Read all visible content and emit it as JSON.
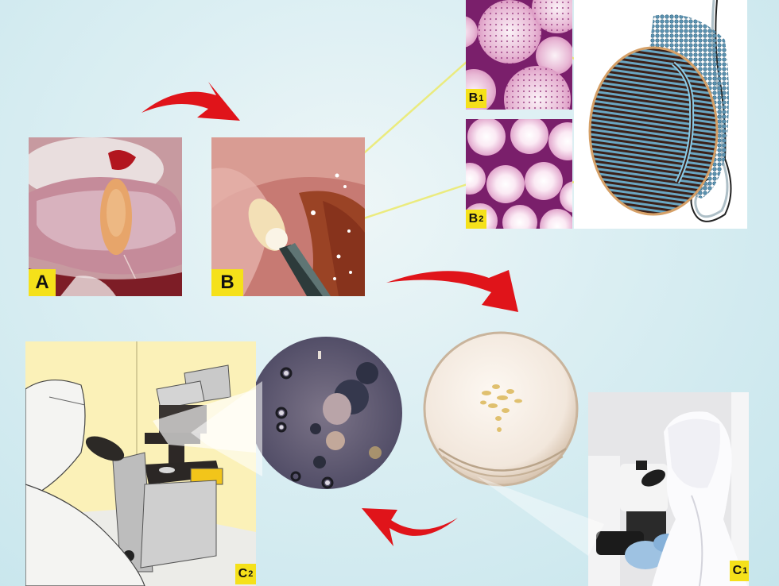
{
  "figure": {
    "description": "Testicular sperm extraction workflow diagram",
    "background_color": "#d6ecf1",
    "arrow_color": "#e0141a",
    "label_color": "#f5e11a",
    "connector_color": "#e9e85a"
  },
  "panels": {
    "A": {
      "label": "A",
      "content": "surgical-testis-incision-photo"
    },
    "B": {
      "label": "B",
      "content": "tissue-biopsy-forceps-photo"
    },
    "B1": {
      "label": "B",
      "sub": "1",
      "content": "seminiferous-tubules-with-spermatogenesis"
    },
    "B2": {
      "label": "B",
      "sub": "2",
      "content": "seminiferous-tubules-without-spermatogenesis"
    },
    "testis": {
      "content": "testis-cross-section-diagram"
    },
    "dish": {
      "content": "petri-dish-with-tissue"
    },
    "micro": {
      "content": "microscope-view-of-cells"
    },
    "C1": {
      "label": "C",
      "sub": "1",
      "content": "lab-technician-at-stereo-microscope"
    },
    "C2": {
      "label": "C",
      "sub": "2",
      "content": "inverted-microscope-illustration"
    }
  },
  "arrows": [
    {
      "id": "arrow-a-to-b",
      "direction": "right"
    },
    {
      "id": "arrow-b-to-dish",
      "direction": "down-right"
    },
    {
      "id": "arrow-c1-to-c2",
      "direction": "left"
    }
  ]
}
